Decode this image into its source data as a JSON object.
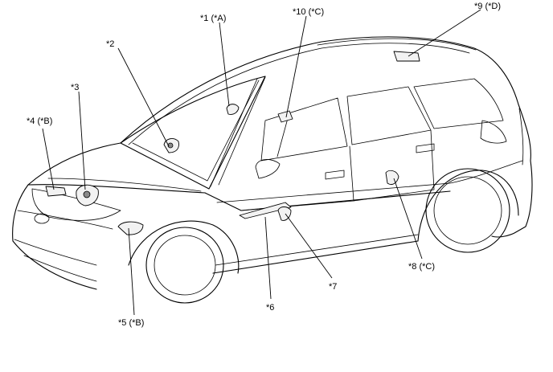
{
  "callouts": [
    {
      "id": "c1",
      "label": "*1 (*A)"
    },
    {
      "id": "c2",
      "label": "*2"
    },
    {
      "id": "c3",
      "label": "*3"
    },
    {
      "id": "c4",
      "label": "*4 (*B)"
    },
    {
      "id": "c5",
      "label": "*5 (*B)"
    },
    {
      "id": "c6",
      "label": "*6"
    },
    {
      "id": "c7",
      "label": "*7"
    },
    {
      "id": "c8",
      "label": "*8 (*C)"
    },
    {
      "id": "c9",
      "label": "*9 (*D)"
    },
    {
      "id": "c10",
      "label": "*10 (*C)"
    }
  ]
}
